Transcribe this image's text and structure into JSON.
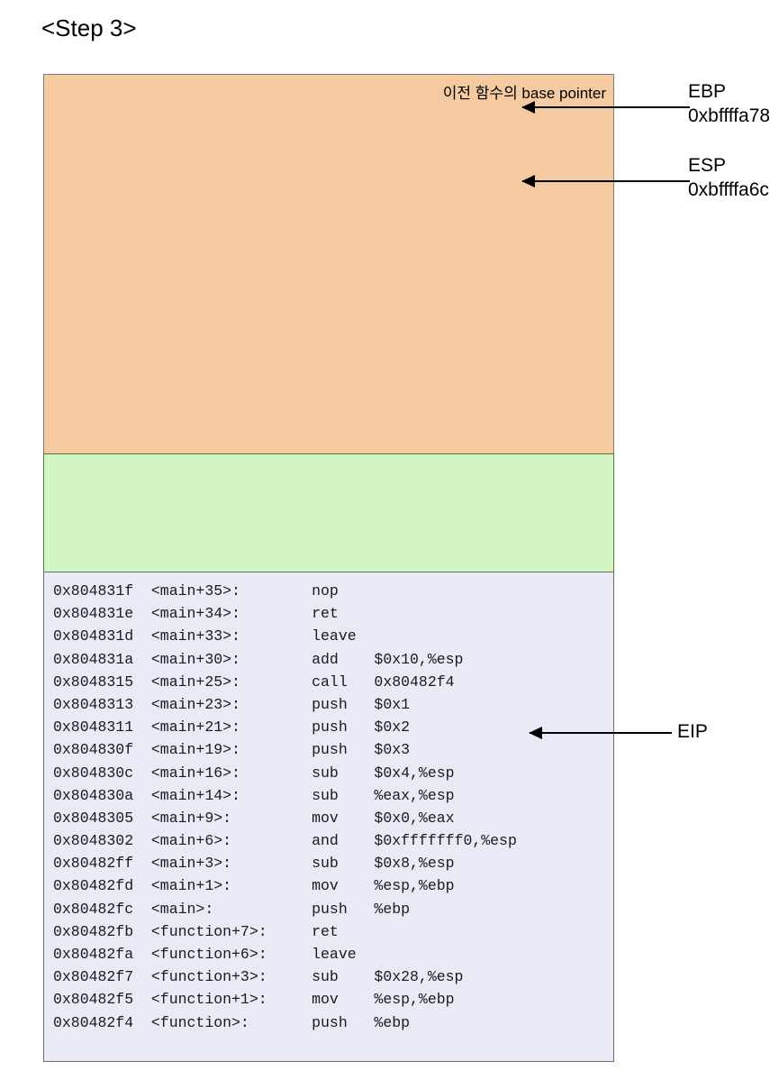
{
  "title": "<Step 3>",
  "colors": {
    "orange_segment": "#f6caa0",
    "green_segment": "#d4f5c4",
    "code_segment": "#e8ebf5",
    "border": "#7a7a7a",
    "arrow": "#000000",
    "text": "#000000"
  },
  "stack": {
    "orange_segment": {
      "label": "이전 함수의 base pointer"
    },
    "green_segment": {
      "label": ""
    }
  },
  "annotations": [
    {
      "name": "ebp",
      "register": "EBP",
      "address": "0xbffffa78"
    },
    {
      "name": "esp",
      "register": "ESP",
      "address": "0xbffffa6c"
    },
    {
      "name": "eip",
      "register": "EIP",
      "address": ""
    }
  ],
  "disassembly": {
    "rows": [
      {
        "addr": "0x804831f",
        "sym": "<main+35>:",
        "mnemonic": "nop",
        "operands": ""
      },
      {
        "addr": "0x804831e",
        "sym": "<main+34>:",
        "mnemonic": "ret",
        "operands": ""
      },
      {
        "addr": "0x804831d",
        "sym": "<main+33>:",
        "mnemonic": "leave",
        "operands": ""
      },
      {
        "addr": "0x804831a",
        "sym": "<main+30>:",
        "mnemonic": "add",
        "operands": "$0x10,%esp"
      },
      {
        "addr": "0x8048315",
        "sym": "<main+25>:",
        "mnemonic": "call",
        "operands": "0x80482f4"
      },
      {
        "addr": "0x8048313",
        "sym": "<main+23>:",
        "mnemonic": "push",
        "operands": "$0x1"
      },
      {
        "addr": "0x8048311",
        "sym": "<main+21>:",
        "mnemonic": "push",
        "operands": "$0x2"
      },
      {
        "addr": "0x804830f",
        "sym": "<main+19>:",
        "mnemonic": "push",
        "operands": "$0x3"
      },
      {
        "addr": "0x804830c",
        "sym": "<main+16>:",
        "mnemonic": "sub",
        "operands": "$0x4,%esp"
      },
      {
        "addr": "0x804830a",
        "sym": "<main+14>:",
        "mnemonic": "sub",
        "operands": "%eax,%esp"
      },
      {
        "addr": "0x8048305",
        "sym": "<main+9>:",
        "mnemonic": "mov",
        "operands": "$0x0,%eax"
      },
      {
        "addr": "0x8048302",
        "sym": "<main+6>:",
        "mnemonic": "and",
        "operands": "$0xfffffff0,%esp"
      },
      {
        "addr": "0x80482ff",
        "sym": "<main+3>:",
        "mnemonic": "sub",
        "operands": "$0x8,%esp"
      },
      {
        "addr": "0x80482fd",
        "sym": "<main+1>:",
        "mnemonic": "mov",
        "operands": "%esp,%ebp"
      },
      {
        "addr": "0x80482fc",
        "sym": "<main>:",
        "mnemonic": "push",
        "operands": "%ebp"
      },
      {
        "addr": "0x80482fb",
        "sym": "<function+7>:",
        "mnemonic": "ret",
        "operands": ""
      },
      {
        "addr": "0x80482fa",
        "sym": "<function+6>:",
        "mnemonic": "leave",
        "operands": ""
      },
      {
        "addr": "0x80482f7",
        "sym": "<function+3>:",
        "mnemonic": "sub",
        "operands": "$0x28,%esp"
      },
      {
        "addr": "0x80482f5",
        "sym": "<function+1>:",
        "mnemonic": "mov",
        "operands": "%esp,%ebp"
      },
      {
        "addr": "0x80482f4",
        "sym": "<function>:",
        "mnemonic": "push",
        "operands": "%ebp"
      }
    ]
  }
}
